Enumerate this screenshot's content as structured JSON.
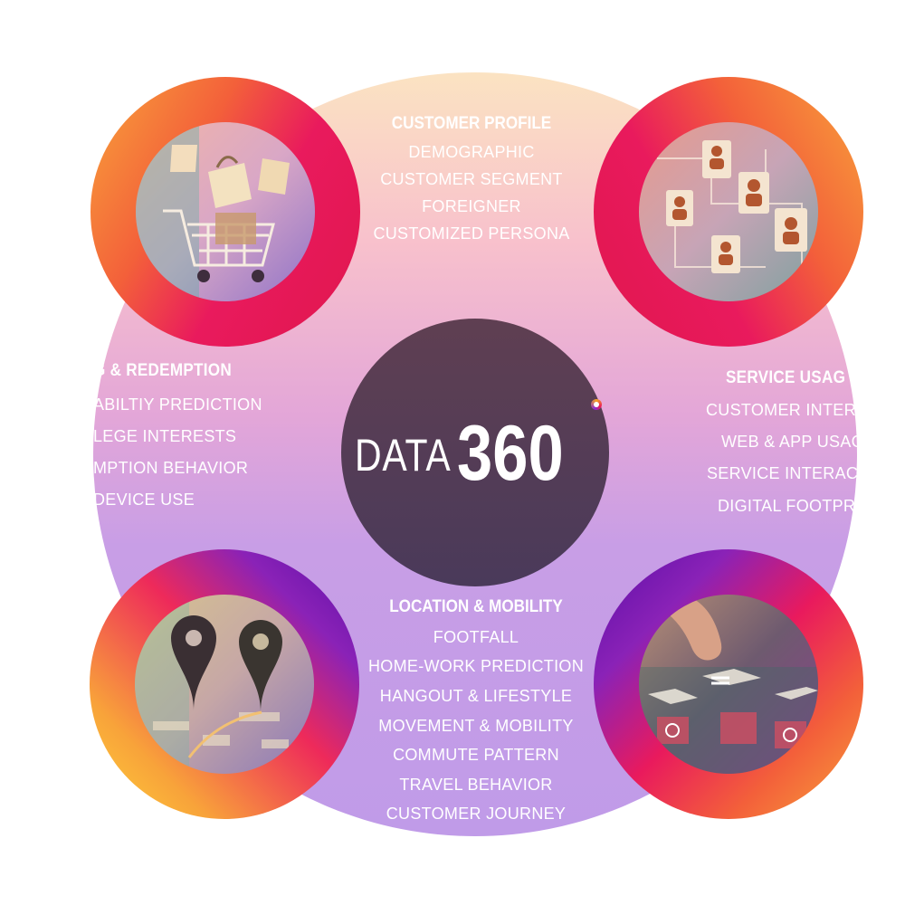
{
  "center": {
    "prefix": "DATA",
    "number": "360"
  },
  "customer_profile": {
    "heading": "CUSTOMER PROFILE",
    "items": [
      "DEMOGRAPHIC",
      "CUSTOMER SEGMENT",
      "FOREIGNER",
      "CUSTOMIZED PERSONA"
    ]
  },
  "left_segment": {
    "heading": "G & REDEMPTION",
    "items": [
      "ABILTIY PREDICTION",
      "LEGE INTERESTS",
      "MPTION BEHAVIOR",
      "DEVICE USE"
    ]
  },
  "right_segment": {
    "heading": "SERVICE USAG",
    "items": [
      "CUSTOMER INTERES",
      "WEB & APP USAG",
      "SERVICE INTERACTI",
      "DIGITAL FOOTPRIN"
    ]
  },
  "location_mobility": {
    "heading": "LOCATION & MOBILITY",
    "items": [
      "FOOTFALL",
      "HOME-WORK PREDICTION",
      "HANGOUT & LIFESTYLE",
      "MOVEMENT & MOBILITY",
      "COMMUTE PATTERN",
      "TRAVEL BEHAVIOR",
      "CUSTOMER JOURNEY"
    ]
  },
  "photos": {
    "top_left": "shopping-cart-icon",
    "top_right": "people-network-icon",
    "bottom_left": "map-pin-icon",
    "bottom_right": "app-tiles-icon"
  },
  "colors": {
    "ring_orange": "#f8a33a",
    "ring_magenta": "#e91a5d",
    "ring_purple": "#5a0da6",
    "center": "#4d3c5a"
  }
}
